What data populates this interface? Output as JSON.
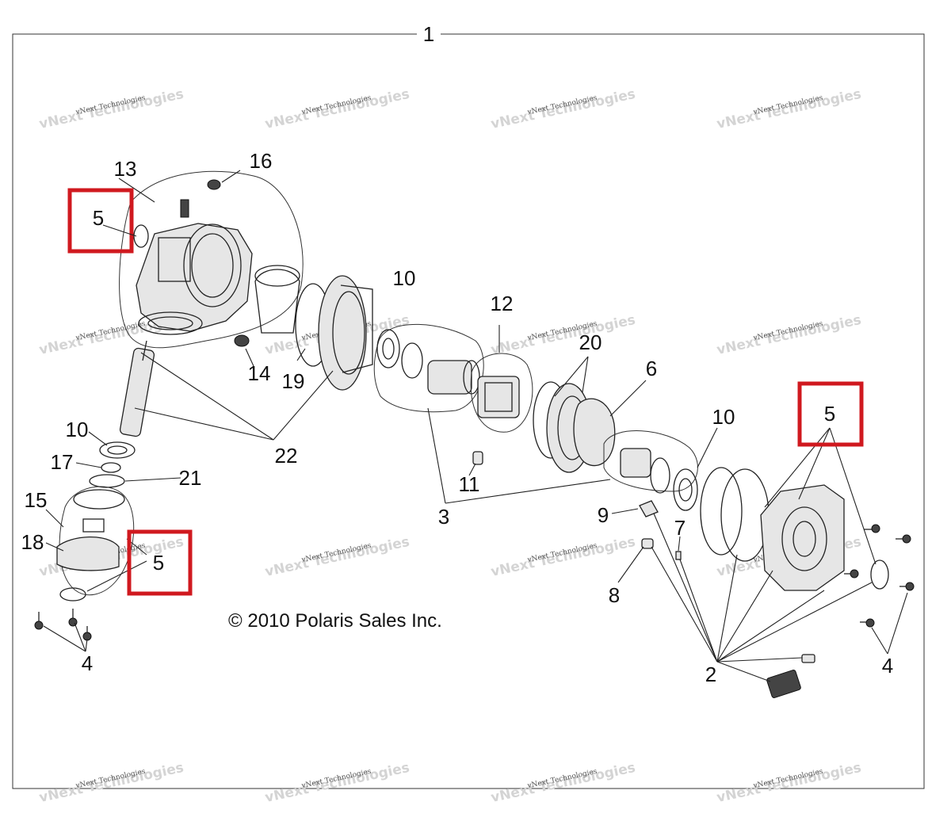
{
  "diagram": {
    "assembly_label": "1",
    "copyright": "© 2010 Polaris Sales Inc.",
    "watermark": {
      "small": "vNext Technologies",
      "large": "vNext Technologies"
    },
    "callouts": [
      {
        "id": "c13",
        "text": "13"
      },
      {
        "id": "c16",
        "text": "16"
      },
      {
        "id": "c5a",
        "text": "5"
      },
      {
        "id": "c10a",
        "text": "10"
      },
      {
        "id": "c12",
        "text": "12"
      },
      {
        "id": "c20",
        "text": "20"
      },
      {
        "id": "c6",
        "text": "6"
      },
      {
        "id": "c10c",
        "text": "10"
      },
      {
        "id": "c5c",
        "text": "5"
      },
      {
        "id": "c14",
        "text": "14"
      },
      {
        "id": "c19",
        "text": "19"
      },
      {
        "id": "c22",
        "text": "22"
      },
      {
        "id": "c10b",
        "text": "10"
      },
      {
        "id": "c17",
        "text": "17"
      },
      {
        "id": "c21",
        "text": "21"
      },
      {
        "id": "c15",
        "text": "15"
      },
      {
        "id": "c18",
        "text": "18"
      },
      {
        "id": "c5b",
        "text": "5"
      },
      {
        "id": "c11",
        "text": "11"
      },
      {
        "id": "c3",
        "text": "3"
      },
      {
        "id": "c9",
        "text": "9"
      },
      {
        "id": "c7",
        "text": "7"
      },
      {
        "id": "c8",
        "text": "8"
      },
      {
        "id": "c4a",
        "text": "4"
      },
      {
        "id": "c2",
        "text": "2"
      },
      {
        "id": "c4b",
        "text": "4"
      }
    ],
    "highlight_color": "#d0191f"
  }
}
